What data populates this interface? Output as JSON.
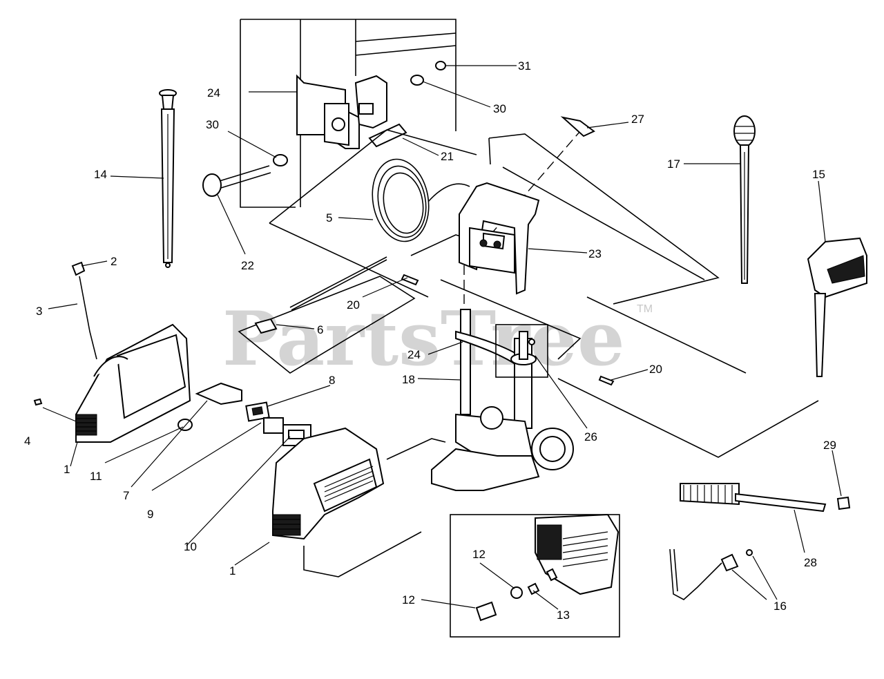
{
  "watermark": {
    "text": "PartsTree",
    "trademark": "TM"
  },
  "labels": [
    {
      "id": "lbl-31",
      "text": "31"
    },
    {
      "id": "lbl-24a",
      "text": "24"
    },
    {
      "id": "lbl-30a",
      "text": "30"
    },
    {
      "id": "lbl-30b",
      "text": "30"
    },
    {
      "id": "lbl-27",
      "text": "27"
    },
    {
      "id": "lbl-14",
      "text": "14"
    },
    {
      "id": "lbl-21",
      "text": "21"
    },
    {
      "id": "lbl-17",
      "text": "17"
    },
    {
      "id": "lbl-15",
      "text": "15"
    },
    {
      "id": "lbl-5",
      "text": "5"
    },
    {
      "id": "lbl-23",
      "text": "23"
    },
    {
      "id": "lbl-22",
      "text": "22"
    },
    {
      "id": "lbl-2",
      "text": "2"
    },
    {
      "id": "lbl-20a",
      "text": "20"
    },
    {
      "id": "lbl-3",
      "text": "3"
    },
    {
      "id": "lbl-6",
      "text": "6"
    },
    {
      "id": "lbl-24b",
      "text": "24"
    },
    {
      "id": "lbl-20b",
      "text": "20"
    },
    {
      "id": "lbl-8",
      "text": "8"
    },
    {
      "id": "lbl-18",
      "text": "18"
    },
    {
      "id": "lbl-4",
      "text": "4"
    },
    {
      "id": "lbl-26",
      "text": "26"
    },
    {
      "id": "lbl-29",
      "text": "29"
    },
    {
      "id": "lbl-1a",
      "text": "1"
    },
    {
      "id": "lbl-11",
      "text": "11"
    },
    {
      "id": "lbl-7",
      "text": "7"
    },
    {
      "id": "lbl-9",
      "text": "9"
    },
    {
      "id": "lbl-28",
      "text": "28"
    },
    {
      "id": "lbl-10",
      "text": "10"
    },
    {
      "id": "lbl-1b",
      "text": "1"
    },
    {
      "id": "lbl-12a",
      "text": "12"
    },
    {
      "id": "lbl-12b",
      "text": "12"
    },
    {
      "id": "lbl-13",
      "text": "13"
    },
    {
      "id": "lbl-16",
      "text": "16"
    }
  ]
}
